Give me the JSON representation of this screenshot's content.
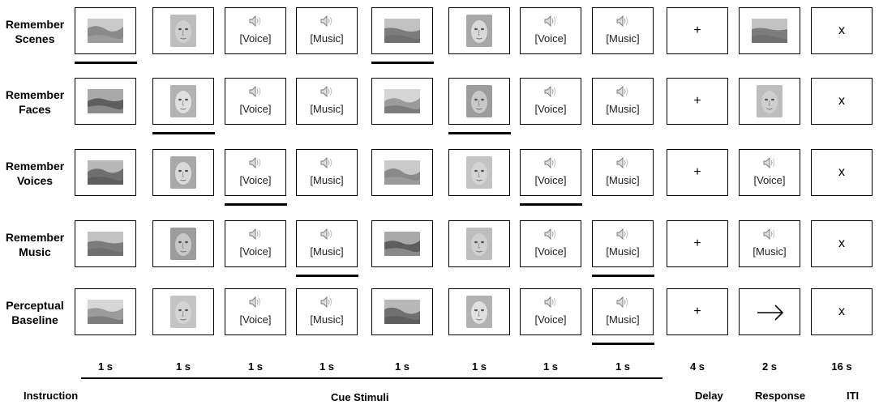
{
  "rows": [
    {
      "label": "Remember\nScenes",
      "cells": [
        "scene",
        "face",
        "voice",
        "music",
        "scene",
        "face",
        "voice",
        "music",
        "delay",
        "scene",
        "iti"
      ],
      "target_index": 0
    },
    {
      "label": "Remember\nFaces",
      "cells": [
        "scene",
        "face",
        "voice",
        "music",
        "scene",
        "face",
        "voice",
        "music",
        "delay",
        "face",
        "iti"
      ],
      "target_index": 1
    },
    {
      "label": "Remember\nVoices",
      "cells": [
        "scene",
        "face",
        "voice",
        "music",
        "scene",
        "face",
        "voice",
        "music",
        "delay",
        "voice",
        "iti"
      ],
      "target_index": 2
    },
    {
      "label": "Remember\nMusic",
      "cells": [
        "scene",
        "face",
        "voice",
        "music",
        "scene",
        "face",
        "voice",
        "music",
        "delay",
        "music",
        "iti"
      ],
      "target_index": 3
    },
    {
      "label": "Perceptual\nBaseline",
      "cells": [
        "scene",
        "face",
        "voice",
        "music",
        "scene",
        "face",
        "voice",
        "music",
        "delay",
        "arrow",
        "iti"
      ],
      "target_index": 7
    }
  ],
  "underlined": [
    [
      0,
      4
    ],
    [
      1,
      5
    ],
    [
      2,
      6
    ],
    [
      3,
      7
    ],
    [
      7
    ]
  ],
  "text": {
    "voice": "[Voice]",
    "music": "[Music]",
    "delay": "+",
    "iti": "x"
  },
  "durations": [
    "1 s",
    "1 s",
    "1 s",
    "1 s",
    "1 s",
    "1 s",
    "1 s",
    "1 s",
    "4 s",
    "2 s",
    "16 s"
  ],
  "footer": {
    "instruction": "Instruction",
    "cue": "Cue Stimuli",
    "delay": "Delay",
    "response": "Response",
    "iti": "ITI"
  }
}
